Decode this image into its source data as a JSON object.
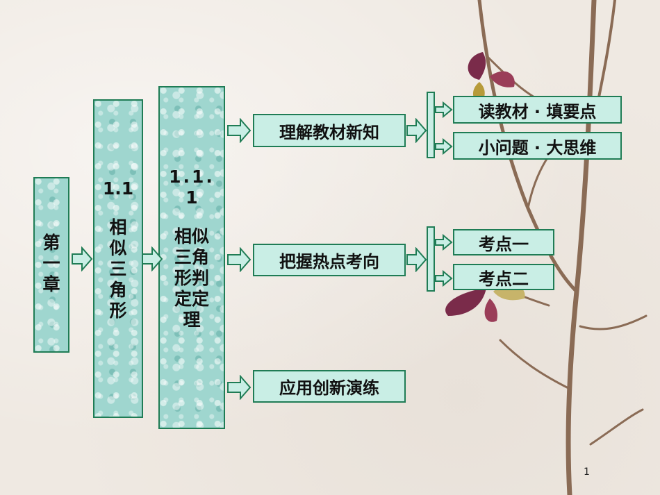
{
  "chapter_tile": {
    "line1": "第",
    "line2": "一",
    "line3": "章"
  },
  "section_tile": {
    "number": "1.1",
    "title_lines": [
      "相",
      "似",
      "三",
      "角",
      "形"
    ]
  },
  "subsection_tile": {
    "number_line1": "1.1.",
    "number_line2": "1",
    "title_lines": [
      "相似",
      "三角",
      "形判",
      "定定",
      "理"
    ]
  },
  "branches": {
    "understand": "理解教材新知",
    "grasp": "把握热点考向",
    "apply": "应用创新演练"
  },
  "leaves": {
    "read_textbook": "读教材 · 填要点",
    "small_questions": "小问题 · 大思维",
    "point_one": "考点一",
    "point_two": "考点二"
  },
  "page_number": "1",
  "colors": {
    "tile_fill": "#9fd6cf",
    "box_fill": "#c9eee5",
    "border": "#1f7c55"
  }
}
